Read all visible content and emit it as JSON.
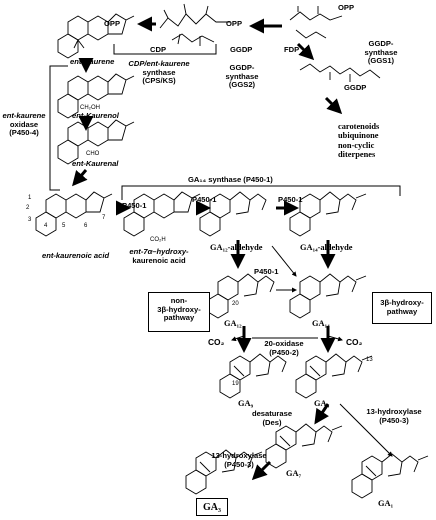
{
  "labels": {
    "opp1": "OPP",
    "opp2": "OPP",
    "opp3": "OPP",
    "cdp": "CDP",
    "ggdp_top": "GGDP",
    "fdp": "FDP",
    "ggdp_synthase_ggs1": [
      "GGDP-",
      "synthase",
      "(GGS1)"
    ],
    "cps_ks": [
      "CDP/ent-kaurene",
      "synthase",
      "(CPS/KS)"
    ],
    "ggdp_synthase_ggs2": [
      "GGDP-",
      "synthase",
      "(GGS2)"
    ],
    "ent_kaurene": "ent-Kaurene",
    "ggdp_right": "GGDP",
    "ch2oh": "CH₂OH",
    "ent_kaurenol": "ent-Kaurenol",
    "carotenoids": [
      "carotenoids",
      "ubiquinone",
      "non-cyclic",
      "diterpenes"
    ],
    "kaurene_oxidase": [
      "ent-kaurene",
      "oxidase",
      "(P450-4)"
    ],
    "cho1": "CHO",
    "ent_kaurenal": "ent-Kaurenal",
    "ga14_synthase": "GA₁₄ synthase (P450-1)",
    "p450_1_a": "P450-1",
    "p450_1_b": "P450-1",
    "p450_1_c": "P450-1",
    "p450_1_d": "P450-1",
    "kaurenoic_acid": "ent-kaurenoic acid",
    "hydroxy_kaurenoic": [
      "ent-7α–hydroxy-",
      "kaurenoic acid"
    ],
    "ga12_aldehyde": "GA₁₂-aldehyde",
    "ga14_aldehyde": "GA₁₄-aldehyde",
    "non_3b": [
      "non-",
      "3β-hydroxy-",
      "pathway"
    ],
    "three_b": [
      "3β-hydroxy-",
      "pathway"
    ],
    "ga12": "GA₁₂",
    "ga14": "GA₁₄",
    "co2_left": "CO₂",
    "co2_right": "CO₂",
    "oxidase_20": [
      "20-oxidase",
      "(P450-2)"
    ],
    "ga9": "GA₉",
    "ga4": "GA₄",
    "desaturase": [
      "desaturase",
      "(Des)"
    ],
    "hydroxylase_right": [
      "13-hydroxylase",
      "(P450-3)"
    ],
    "hydroxylase_left": [
      "13-hydroxylase",
      "(P450-3)"
    ],
    "ga7": "GA₇",
    "ga3": "GA₃",
    "ga1": "GA₁",
    "co2h": "CO₂H",
    "ring_numbers": [
      "1",
      "2",
      "3",
      "4",
      "5",
      "6",
      "7",
      "20",
      "19",
      "13"
    ]
  }
}
